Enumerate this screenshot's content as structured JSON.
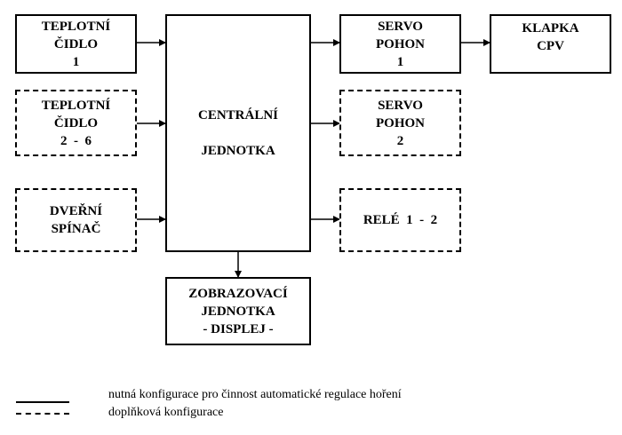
{
  "blocks": {
    "temp1": [
      "TEPLOTNÍ",
      "ČIDLO",
      "1"
    ],
    "temp26": [
      "TEPLOTNÍ",
      "ČIDLO",
      "2  -  6"
    ],
    "door": [
      "DVEŘNÍ",
      "SPÍNAČ"
    ],
    "central": [
      "CENTRÁLNÍ",
      "",
      "JEDNOTKA"
    ],
    "servo1": [
      "SERVO",
      "POHON",
      "1"
    ],
    "servo2": [
      "SERVO",
      "POHON",
      "2"
    ],
    "relay": [
      "RELÉ  1  -  2"
    ],
    "flap": [
      "KLAPKA",
      "CPV"
    ],
    "display": [
      "ZOBRAZOVACÍ",
      "JEDNOTKA",
      "- DISPLEJ -"
    ]
  },
  "legend": {
    "required": "nutná konfigurace pro činnost automatické regulace hoření",
    "optional": "doplňková konfigurace"
  }
}
